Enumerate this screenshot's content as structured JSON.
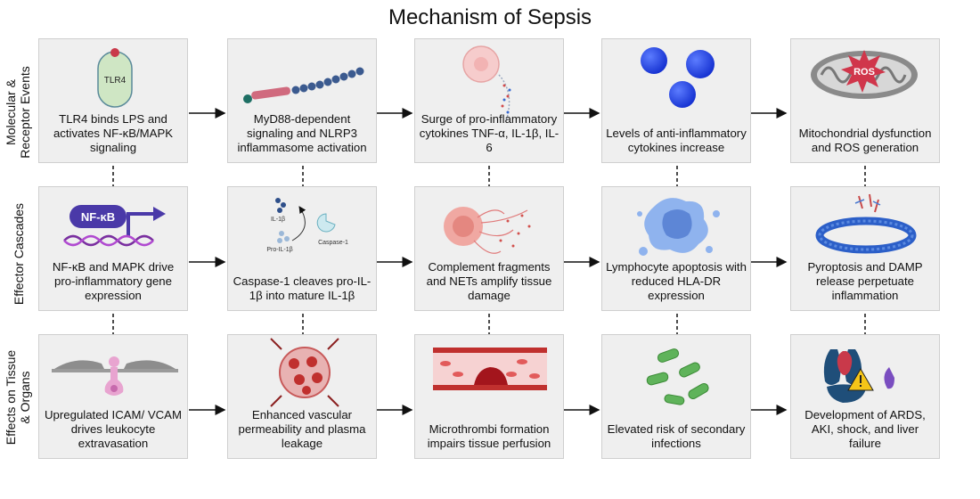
{
  "title": "Mechanism of Sepsis",
  "row_labels": [
    [
      "Molecular &",
      "Receptor Events"
    ],
    [
      "Effector Cascades"
    ],
    [
      "Effects on Tissue",
      "& Organs"
    ]
  ],
  "cells": [
    [
      "TLR4 binds LPS and activates NF-κB/MAPK signaling",
      "MyD88-dependent signaling and NLRP3 inflammasome activation",
      "Surge of pro-inflammatory cytokines TNF-α, IL-1β, IL-6",
      "Levels of anti-inflammatory cytokines increase",
      "Mitochondrial dysfunction and ROS generation"
    ],
    [
      "NF-κB and MAPK drive pro-inflammatory gene expression",
      "Caspase-1 cleaves pro-IL-1β into mature IL-1β",
      "Complement fragments and NETs amplify tissue damage",
      "Lymphocyte apoptosis with reduced HLA-DR expression",
      "Pyroptosis and DAMP release perpetuate inflammation"
    ],
    [
      "Upregulated ICAM/ VCAM drives leukocyte extravasation",
      "Enhanced vascular permeability and plasma leakage",
      "Microthrombi formation impairs tissue perfusion",
      "Elevated risk of secondary infections",
      "Development of ARDS, AKI, shock, and liver failure"
    ]
  ],
  "icon_labels": {
    "tlr4": "TLR4",
    "nfkb": "NF-κB",
    "ros": "ROS",
    "il1b": "IL-1β",
    "pro_il1b": "Pro-IL-1β",
    "caspase1": "Caspase-1"
  },
  "icons": [
    [
      "tlr4-receptor-icon",
      "myd88-chain-icon",
      "cytokine-release-cell-icon",
      "anti-inflammatory-spheres-icon",
      "mitochondrion-ros-icon"
    ],
    [
      "nfkb-dna-icon",
      "caspase-cleavage-icon",
      "net-burst-icon",
      "apoptotic-lymphocyte-icon",
      "pyroptosis-pore-icon"
    ],
    [
      "leukocyte-extravasation-icon",
      "leaky-vessel-icon",
      "microthrombus-vessel-icon",
      "bacteria-icon",
      "organ-failure-icon"
    ]
  ]
}
